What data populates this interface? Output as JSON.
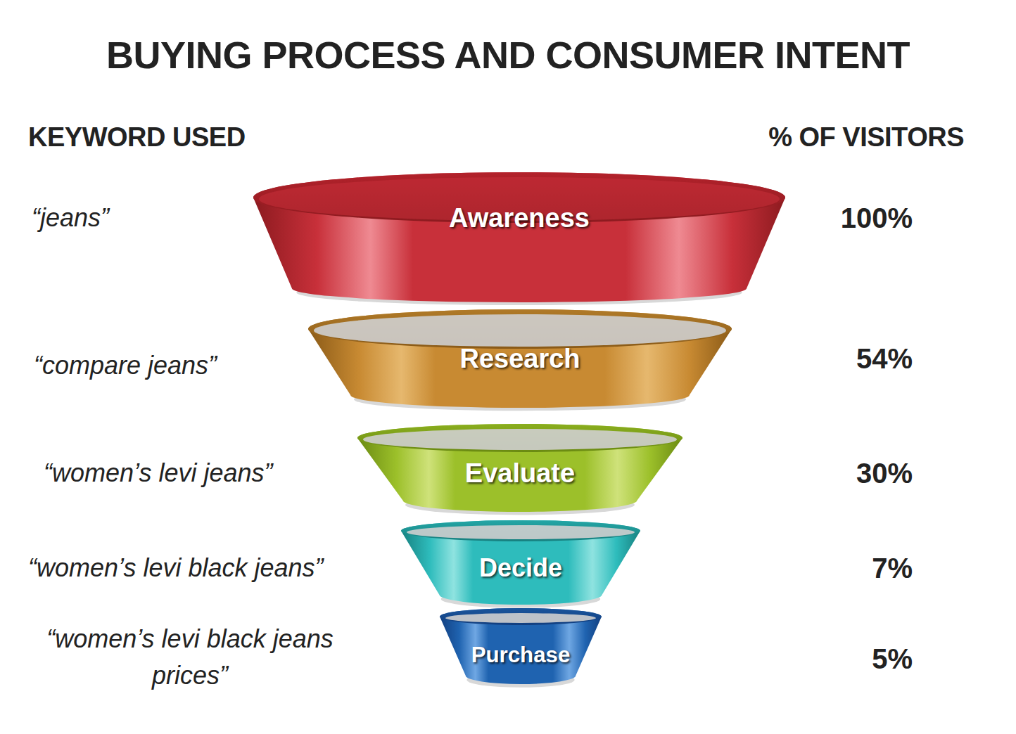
{
  "diagram": {
    "title": "BUYING PROCESS AND CONSUMER INTENT",
    "nodes": [
      {
        "text": [
          "Awareness"
        ]
      },
      {
        "text": [
          "Research"
        ]
      },
      {
        "text": [
          "Evaluate"
        ]
      },
      {
        "text": [
          "Decide"
        ]
      },
      {
        "text": [
          "Purchase"
        ]
      }
    ],
    "labels": [
      "KEYWORD USED",
      "% OF VISITORS",
      "“jeans”",
      "“compare jeans”",
      "“women’s levi jeans”",
      "“women’s levi black jeans”",
      "“women’s levi black jeans prices”",
      "100%",
      "54%",
      "30%",
      "7%",
      "5%"
    ]
  }
}
